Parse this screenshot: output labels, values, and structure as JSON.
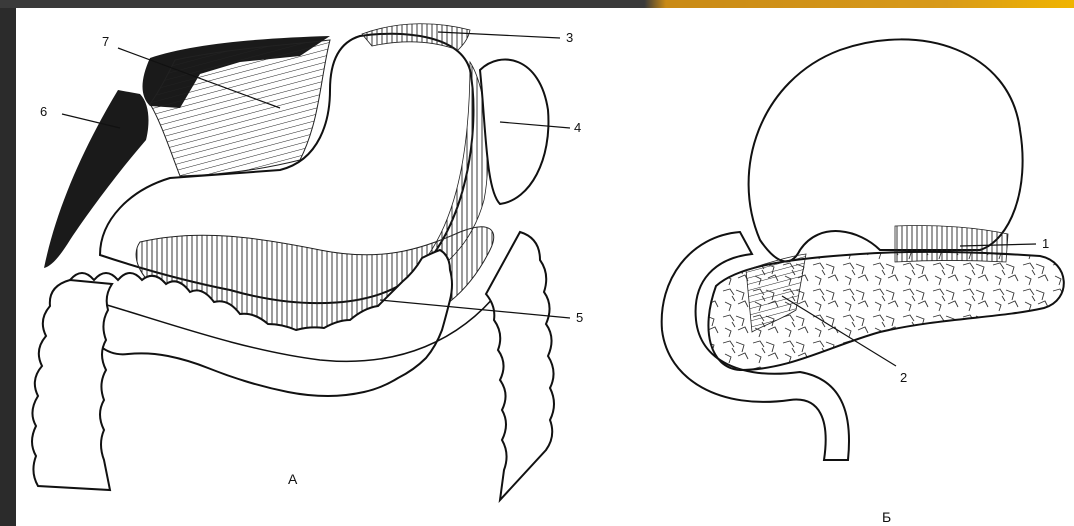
{
  "figure_a": {
    "caption": "А",
    "labels": [
      "7",
      "6",
      "3",
      "4",
      "5"
    ]
  },
  "figure_b": {
    "caption": "Б",
    "labels": [
      "1",
      "2"
    ]
  },
  "colors": {
    "background": "#2b2b2b",
    "panel": "#ffffff",
    "ink": "#111111",
    "accent_bar": "#d89a1a"
  }
}
